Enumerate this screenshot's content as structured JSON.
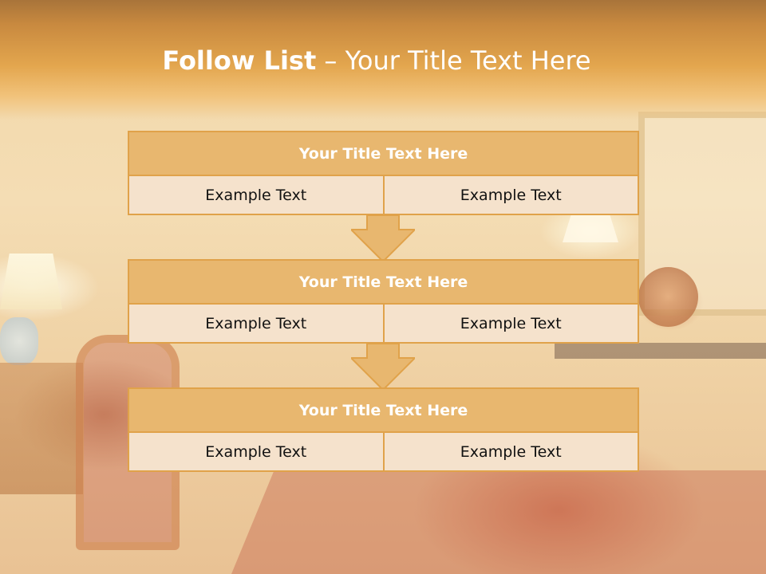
{
  "title": {
    "bold_part": "Follow List",
    "rest": " – Your Title Text Here"
  },
  "blocks": [
    {
      "title": "Your Title Text Here",
      "left_text": "Example Text",
      "right_text": "Example Text"
    },
    {
      "title": "Your Title Text Here",
      "left_text": "Example Text",
      "right_text": "Example Text"
    },
    {
      "title": "Your Title Text Here",
      "left_text": "Example Text",
      "right_text": "Example Text"
    }
  ],
  "colors": {
    "title_fill": "#e8b76f",
    "border": "#e0a24a",
    "cell_fill": "#f5e2cc",
    "arrow_fill": "#e8b76f"
  }
}
